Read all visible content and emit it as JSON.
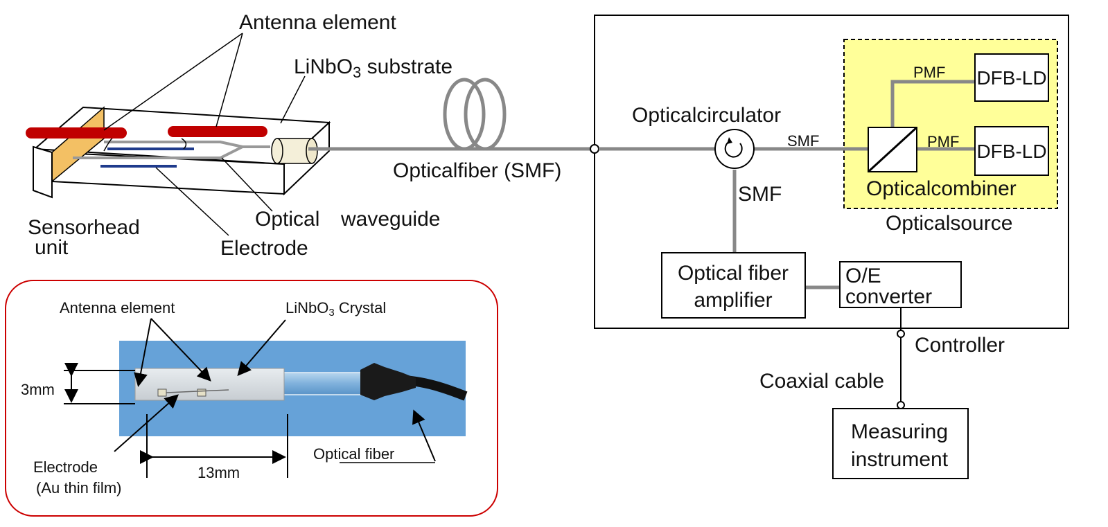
{
  "sensor": {
    "antenna_label": "Antenna element",
    "substrate_label_main": "LiNbO",
    "substrate_label_sub": "3",
    "substrate_label_rest": " substrate",
    "waveguide_label_a": "Optical",
    "waveguide_label_b": "waveguide",
    "electrode_label": "Electrode",
    "unit_label_line1": "Sensorhead",
    "unit_label_line2": "unit",
    "fiber_label": "Opticalfiber (SMF)"
  },
  "controller": {
    "label": "Controller",
    "circulator_label": "Opticalcirculator",
    "smf_top": "SMF",
    "smf_side": "SMF",
    "combiner_label": "Opticalcombiner",
    "source_label": "Opticalsource",
    "pmf_upper": "PMF",
    "pmf_lower": "PMF",
    "ld_upper": "DFB-LD",
    "ld_lower": "DFB-LD",
    "amp_line1": "Optical fiber",
    "amp_line2": "amplifier",
    "oe_line1": "O/E",
    "oe_line2": "converter",
    "source_fill": "#ffff99"
  },
  "measurement": {
    "cable_label": "Coaxial cable",
    "instrument_line1": "Measuring",
    "instrument_line2": "instrument"
  },
  "photo": {
    "antenna_label": "Antenna element",
    "crystal_main": "LiNbO",
    "crystal_sub": "3",
    "crystal_rest": " Crystal",
    "height_label": "3mm",
    "length_label": "13mm",
    "electrode_line1": "Electrode",
    "electrode_line2": "(Au thin film)",
    "fiber_label": "Optical fiber",
    "frame_color": "#cc0000",
    "background_color": "#5b9bd5"
  }
}
